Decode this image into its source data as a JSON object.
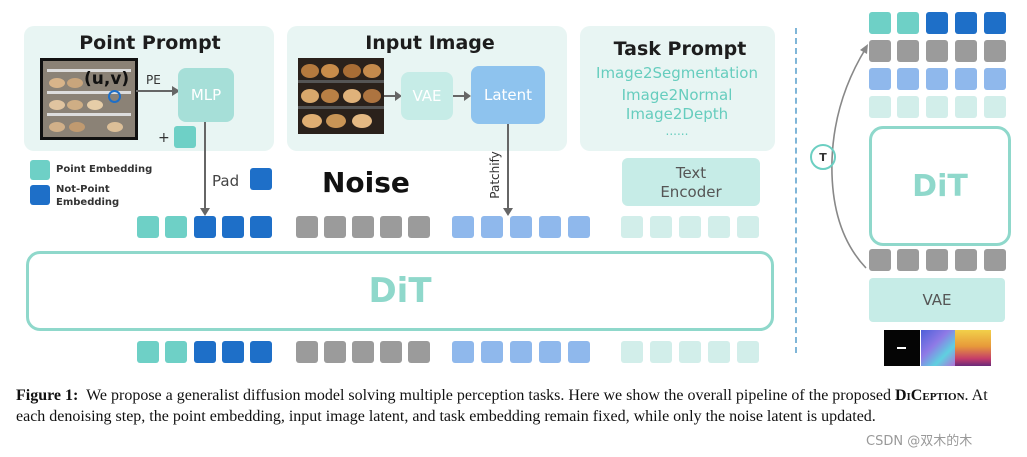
{
  "panels": {
    "point_prompt": {
      "title": "Point Prompt",
      "coord": "(u,v)",
      "pe": "PE",
      "mlp": "MLP",
      "plus": "+"
    },
    "input_image": {
      "title": "Input Image",
      "vae": "VAE",
      "latent": "Latent"
    },
    "task_prompt": {
      "title": "Task Prompt",
      "tasks": [
        "Image2Segmentation",
        "Image2Normal",
        "Image2Depth",
        "......"
      ]
    }
  },
  "legend": {
    "point_embedding": "Point Embedding",
    "not_point_embedding_line1": "Not-Point",
    "not_point_embedding_line2": "Embedding"
  },
  "labels": {
    "pad": "Pad",
    "noise": "Noise",
    "patchify": "Patchify",
    "text_encoder_line1": "Text",
    "text_encoder_line2": "Encoder"
  },
  "dit": {
    "main": "DiT",
    "side": "DiT"
  },
  "side": {
    "vae": "VAE",
    "t_symbol": "T"
  },
  "caption": {
    "figure_label": "Figure 1:",
    "text1": "We propose a generalist diffusion model solving multiple perception tasks. Here we show the overall pipeline of the proposed",
    "name": "DiCeption",
    "text2": ". At each denoising step, the point embedding, input image latent, and task embedding remain fixed, while only the noise latent is updated."
  },
  "watermark": "CSDN @双木的木",
  "colors": {
    "teal": "#5bc8c0",
    "blue": "#1e6fc8",
    "gray": "#9b9b9b",
    "light_blue": "#8fb8ec",
    "pale": "#d2eeea",
    "dit_border": "#8fd8cb"
  }
}
